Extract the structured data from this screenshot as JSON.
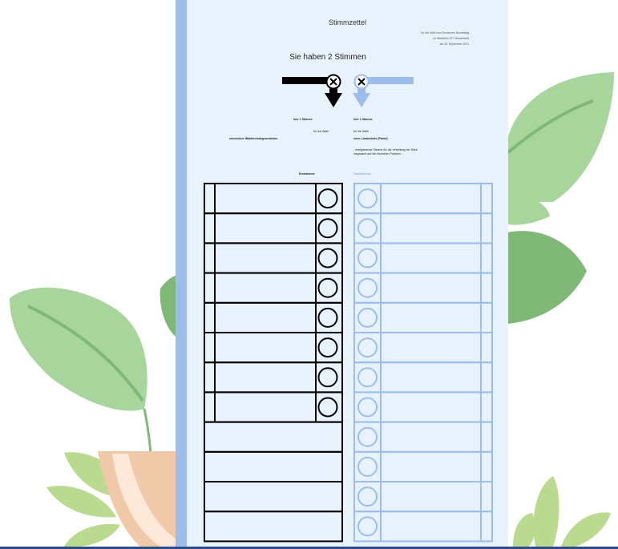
{
  "ballot": {
    "title": "Stimmzettel",
    "subtitle_lines": [
      "für die Wahl zum Deutschen Bundestag",
      "im Wahlkreis 027 Musterstadt",
      "am 26. September 2021"
    ],
    "heading": "Sie haben 2 Stimmen",
    "left": {
      "votes_title": "hier 1 Stimme",
      "for_the_vote": "für die Wahl",
      "subject": "eines/einer Wahlkreisabgeordneten",
      "column_label": "Erststimme",
      "candidate_rows": 8,
      "empty_rows": 4
    },
    "right": {
      "votes_title": "hier 1 Stimme",
      "for_the_vote": "für die Wahl",
      "subject": "einer Landesliste (Partei)",
      "note_lines": [
        "- maßgebende Stimme für die Verteilung der Sitze",
        "insgesamt auf die einzelnen Parteien -"
      ],
      "column_label": "Zweitstimme",
      "party_rows": 12
    }
  },
  "colors": {
    "paper": "#e8f2fd",
    "strip": "#9dbdec",
    "right_blue": "#9dbdec",
    "leaf_green": "#a8d59c",
    "leaf_dark": "#7fb877",
    "pot": "#efc9a8"
  }
}
